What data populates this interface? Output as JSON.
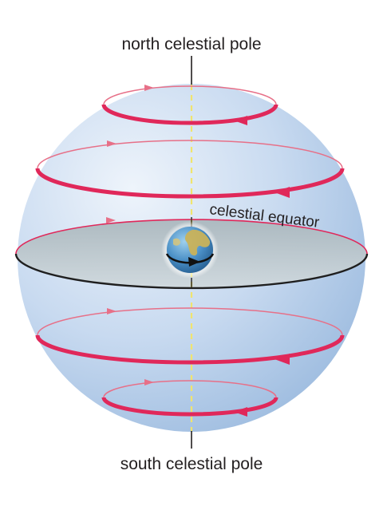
{
  "labels": {
    "north_pole": "north celestial pole",
    "south_pole": "south celestial pole",
    "equator": "celestial equator"
  },
  "colors": {
    "sphere_light": "#e8f0fa",
    "sphere_dark": "#a9c3e3",
    "path_red": "#e0285a",
    "path_thin": "#e77088",
    "axis_yellow": "#f3e97a",
    "equator_plane": "#b9c4c9",
    "earth_ocean": "#3b7fb8",
    "earth_land": "#c9b25a"
  }
}
